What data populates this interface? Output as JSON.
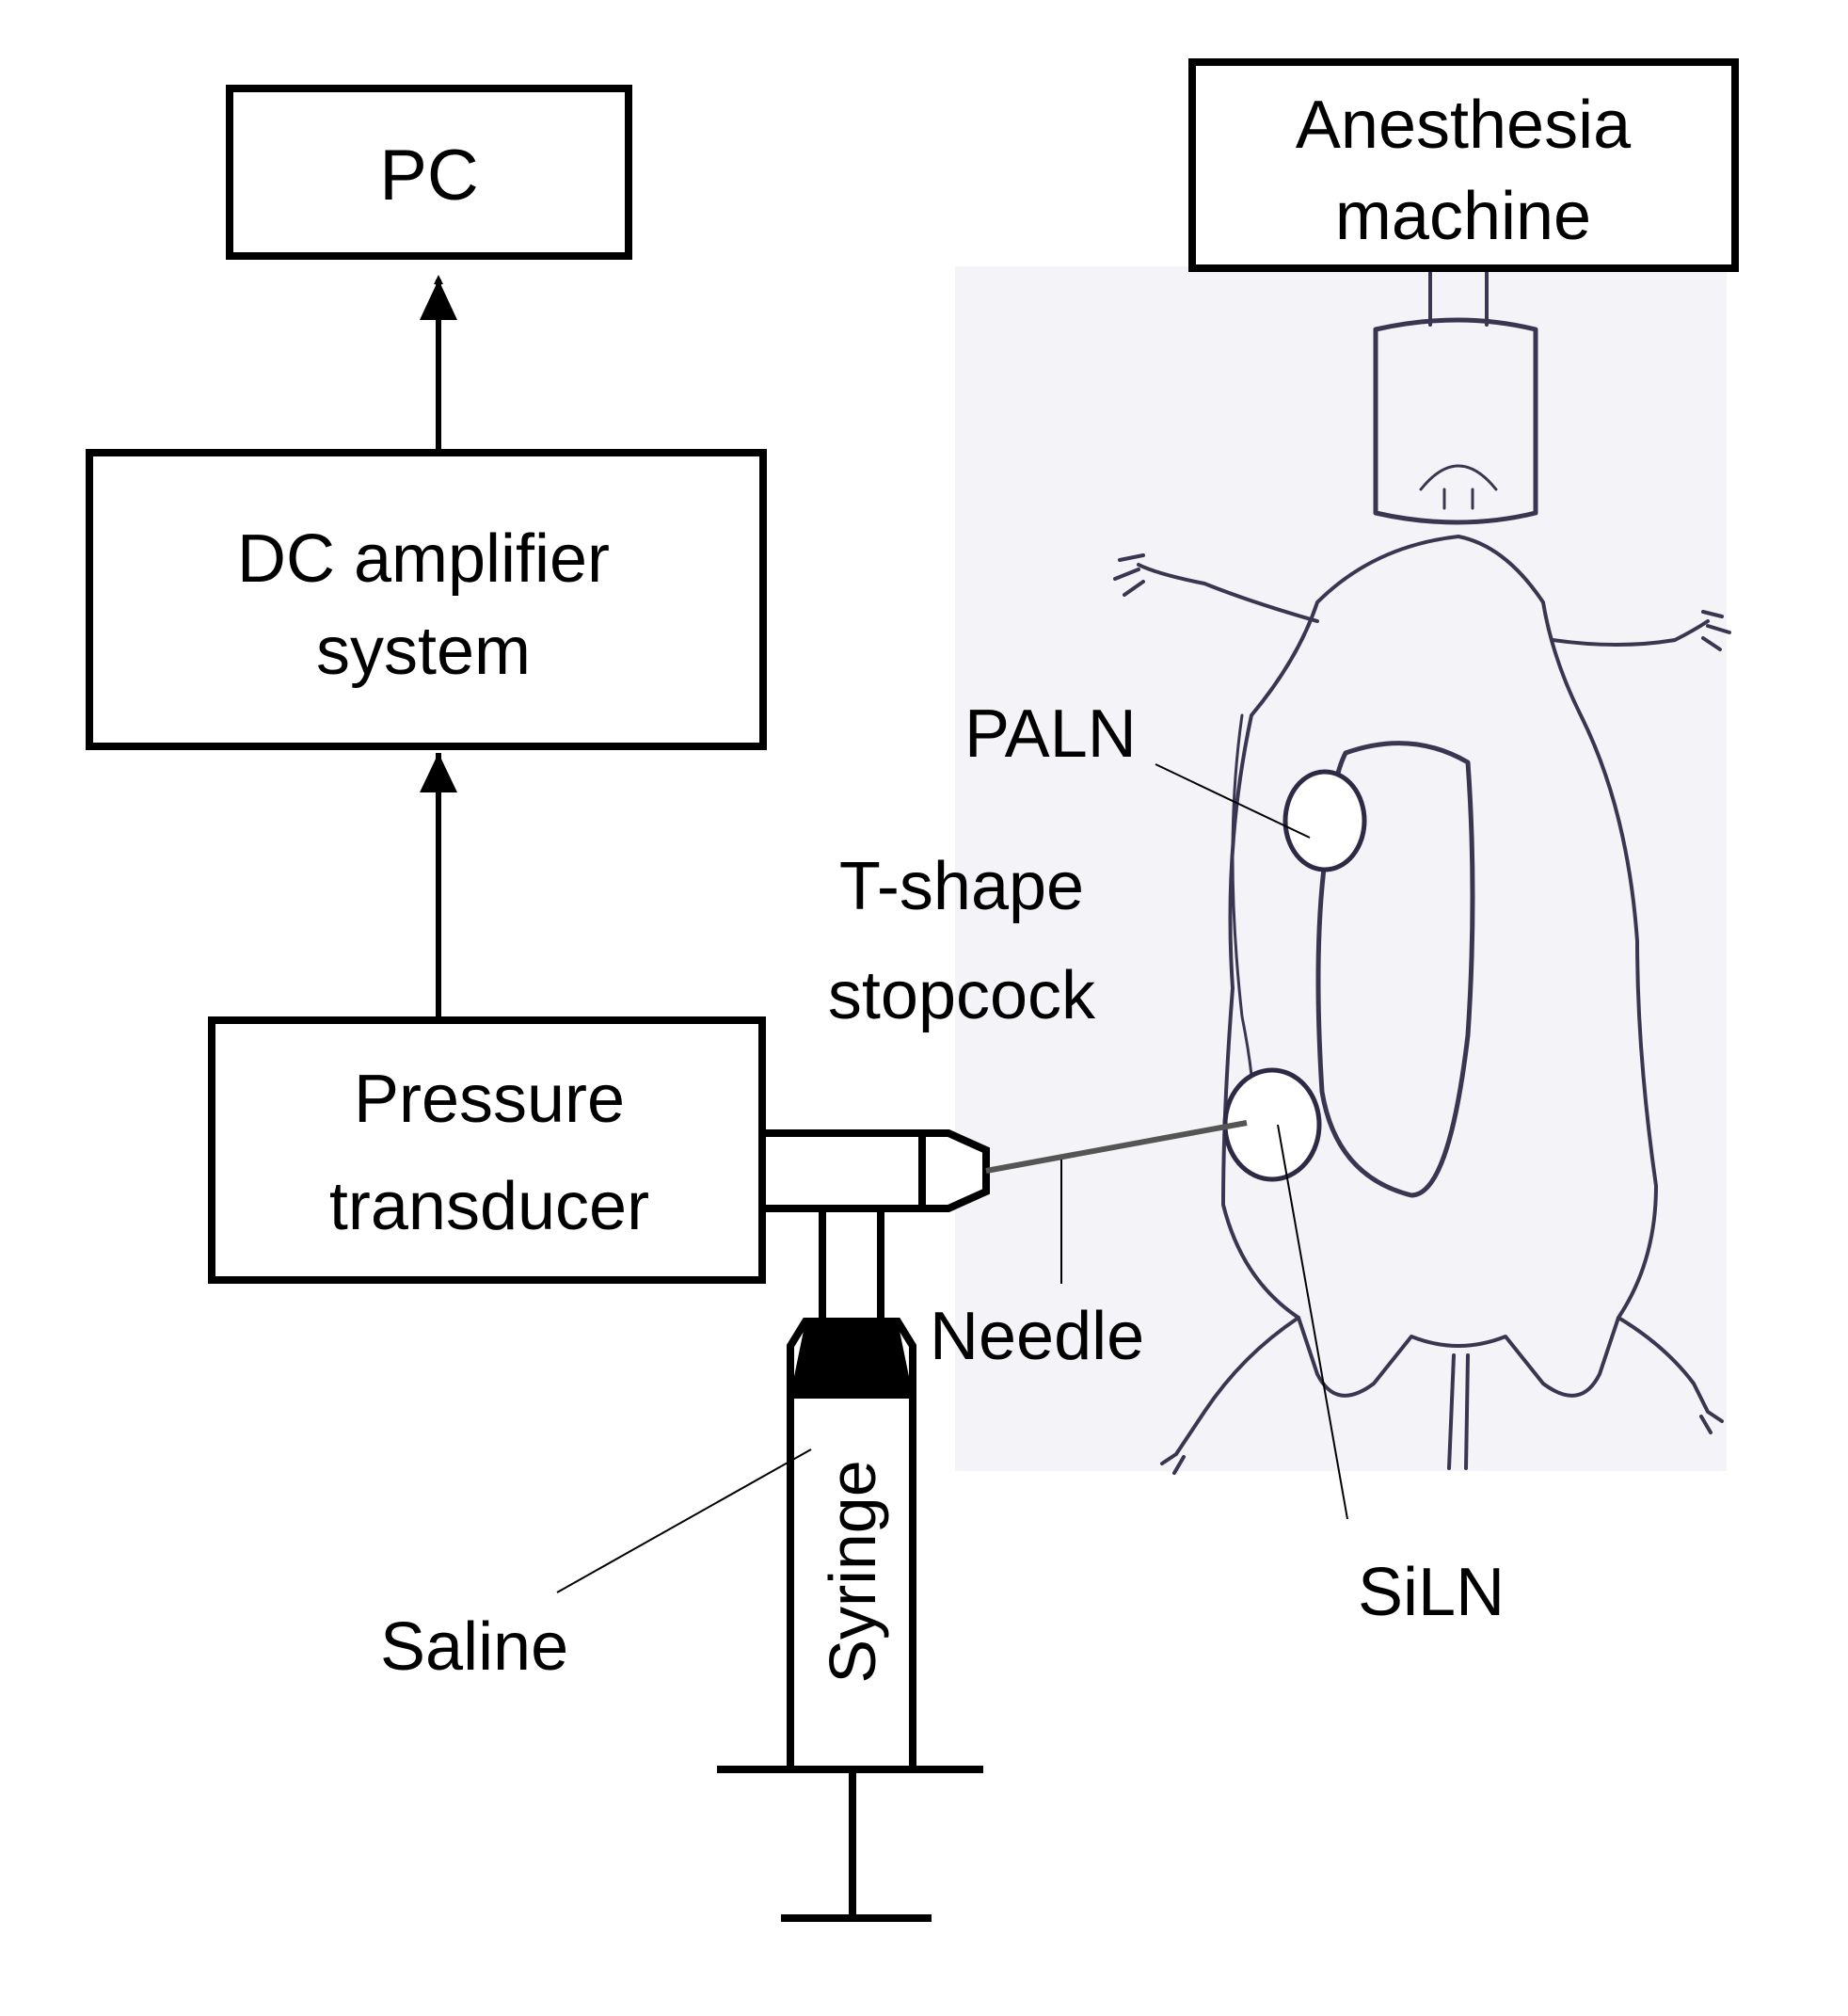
{
  "nodes": {
    "pc": "PC",
    "dc_amplifier": [
      "DC amplifier",
      "system"
    ],
    "pressure_transducer": [
      "Pressure",
      "transducer"
    ],
    "anesthesia_machine": [
      "Anesthesia",
      "machine"
    ]
  },
  "labels": {
    "stopcock": [
      "T-shape",
      "stopcock"
    ],
    "needle": "Needle",
    "syringe": "Syringe",
    "saline": "Saline",
    "paln": "PALN",
    "siln": "SiLN"
  },
  "colors": {
    "line": "#000000",
    "sketch": "#3a3550",
    "photo_bg": "#f4f3f7"
  }
}
